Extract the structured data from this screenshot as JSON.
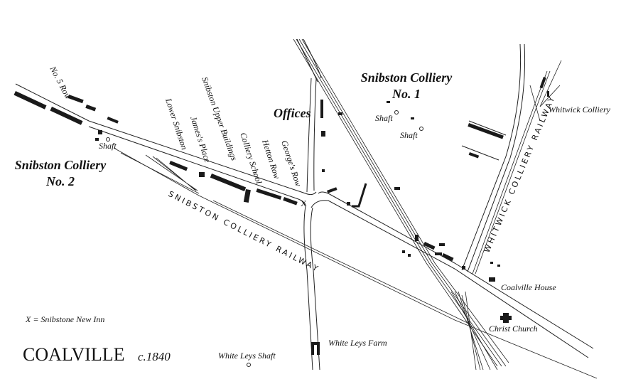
{
  "title": {
    "name": "COALVILLE",
    "date": "c.1840"
  },
  "legend": "X = Snibstone New Inn",
  "inn_marker": "X",
  "collieries": {
    "no1": {
      "line1": "Snibston Colliery",
      "line2": "No. 1"
    },
    "no2": {
      "line1": "Snibston Colliery",
      "line2": "No. 2"
    },
    "whitwick": "Whitwick Colliery"
  },
  "offices": "Offices",
  "shafts": [
    "Shaft",
    "Shaft",
    "Shaft"
  ],
  "streets": {
    "no5_row": "No. 5 Row",
    "lower_snibston": "Lower Snibston",
    "james_place": "James's Place",
    "upper_buildings": "Snibston Upper Buildings",
    "colliery_school": "Colliery School",
    "hetton_row": "Hetton Row",
    "georges_row": "George's Row"
  },
  "railways": {
    "snibston": "SNIBSTON COLLIERY RAILWAY",
    "whitwick": "WHITWICK COLLIERY RAILWAY"
  },
  "places": {
    "coalville_house": "Coalville House",
    "christ_church": "Christ Church",
    "white_leys_farm": "White Leys Farm",
    "white_leys_shaft": "White Leys Shaft"
  }
}
